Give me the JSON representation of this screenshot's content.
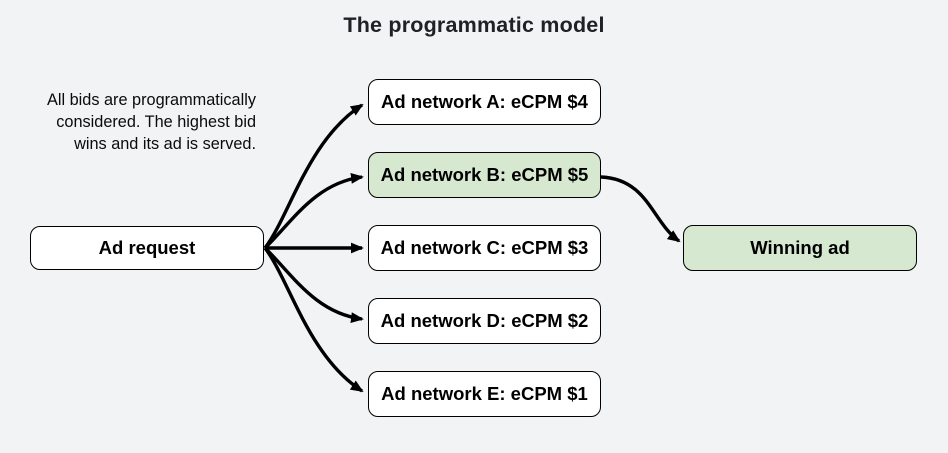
{
  "title": "The programmatic model",
  "caption": {
    "line1": "All bids are programmatically",
    "line2": "considered. The highest bid",
    "line3": "wins and its ad is served."
  },
  "nodes": {
    "ad_request": {
      "label": "Ad request",
      "highlighted": false
    },
    "network_a": {
      "label": "Ad network A: eCPM $4",
      "ecpm": 4,
      "highlighted": false
    },
    "network_b": {
      "label": "Ad network B: eCPM $5",
      "ecpm": 5,
      "highlighted": true
    },
    "network_c": {
      "label": "Ad network C: eCPM $3",
      "ecpm": 3,
      "highlighted": false
    },
    "network_d": {
      "label": "Ad network D: eCPM $2",
      "ecpm": 2,
      "highlighted": false
    },
    "network_e": {
      "label": "Ad network E: eCPM $1",
      "ecpm": 1,
      "highlighted": false
    },
    "winning_ad": {
      "label": "Winning ad",
      "highlighted": true
    }
  },
  "edges": [
    {
      "from": "ad_request",
      "to": "network_a"
    },
    {
      "from": "ad_request",
      "to": "network_b"
    },
    {
      "from": "ad_request",
      "to": "network_c"
    },
    {
      "from": "ad_request",
      "to": "network_d"
    },
    {
      "from": "ad_request",
      "to": "network_e"
    },
    {
      "from": "network_b",
      "to": "winning_ad"
    }
  ],
  "colors": {
    "background": "#f1f3f4",
    "node_fill": "#ffffff",
    "highlight_fill": "#d6e8d0",
    "border": "#000000",
    "arrow": "#000000"
  }
}
